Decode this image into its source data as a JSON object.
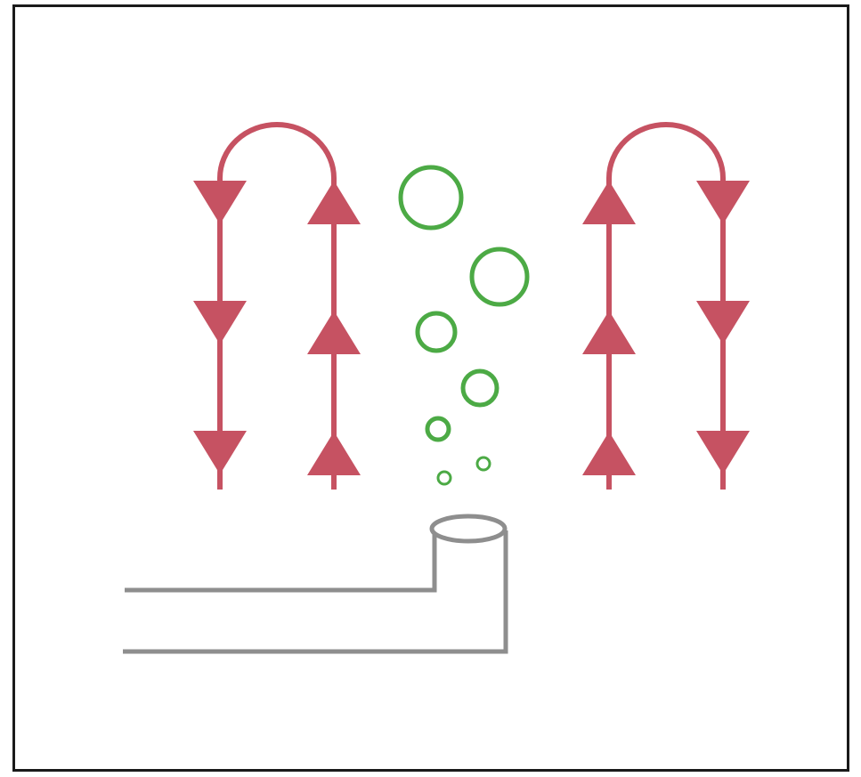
{
  "diagram": {
    "colors": {
      "flow": "#c65262",
      "bubble": "#4caa45",
      "pipe": "#8e8e8e",
      "frame": "#1a1a1a",
      "background": "#ffffff"
    },
    "icons": {
      "loop_left": "circulation-loop-down-left",
      "loop_right": "circulation-loop-down-right",
      "bubbles": "air-bubble-icon",
      "pipe": "air-diffuser-pipe"
    },
    "bubble_count": 7,
    "arrow_directions": {
      "left_loop_outer": "down",
      "left_loop_inner": "up",
      "right_loop_inner": "up",
      "right_loop_outer": "down"
    }
  }
}
